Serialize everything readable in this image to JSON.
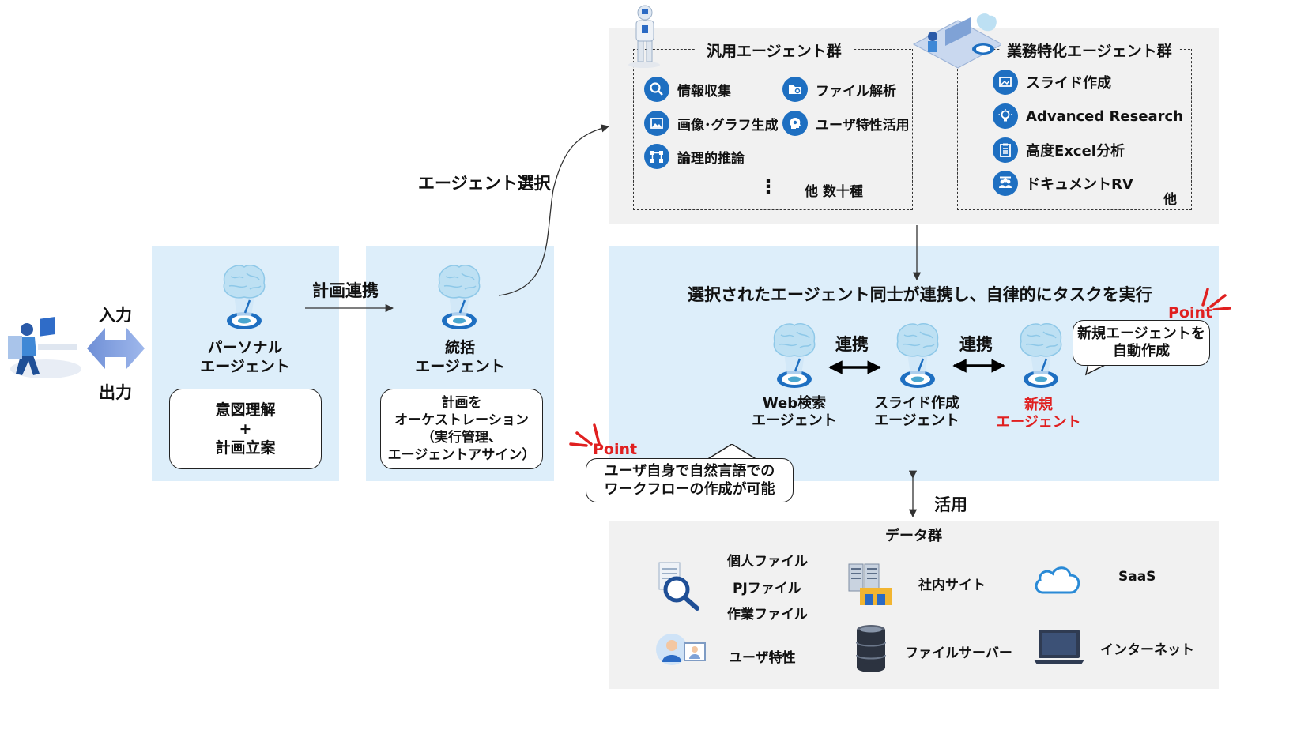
{
  "io": {
    "input": "入力",
    "output": "出力"
  },
  "personal_agent": {
    "title_lines": [
      "パーソナル",
      "エージェント"
    ],
    "box_lines": [
      "意図理解",
      "+",
      "計画立案"
    ]
  },
  "plan_link": "計画連携",
  "integrated_agent": {
    "title_lines": [
      "統括",
      "エージェント"
    ],
    "box_lines": [
      "計画を",
      "オーケストレーション",
      "（実行管理、",
      "エージェントアサイン）"
    ]
  },
  "agent_select": "エージェント選択",
  "general_agents": {
    "title": "汎用エージェント群",
    "items": [
      {
        "label": "情報収集",
        "icon": "search-icon"
      },
      {
        "label": "画像･グラフ生成",
        "icon": "image-icon"
      },
      {
        "label": "論理的推論",
        "icon": "flow-icon"
      },
      {
        "label": "ファイル解析",
        "icon": "folder-icon"
      },
      {
        "label": "ユーザ特性活用",
        "icon": "head-gear-icon"
      }
    ],
    "dots": "⋮",
    "others": "他 数十種"
  },
  "specialized_agents": {
    "title": "業務特化エージェント群",
    "items": [
      {
        "label": "スライド作成",
        "icon": "slide-icon"
      },
      {
        "label": "Advanced Research",
        "icon": "bulb-icon"
      },
      {
        "label": "高度Excel分析",
        "icon": "clipboard-icon"
      },
      {
        "label": "ドキュメントRV",
        "icon": "people-icon"
      }
    ],
    "others": "他"
  },
  "collab": {
    "title": "選択されたエージェント同士が連携し、自律的にタスクを実行",
    "link_label": "連携",
    "agents": [
      {
        "lines": [
          "Web検索",
          "エージェント"
        ],
        "color": "#111111"
      },
      {
        "lines": [
          "スライド作成",
          "エージェント"
        ],
        "color": "#111111"
      },
      {
        "lines": [
          "新規",
          "エージェント"
        ],
        "color": "#e02020"
      }
    ],
    "point_label": "Point",
    "new_agent_bubble": [
      "新規エージェントを",
      "自動作成"
    ]
  },
  "workflow_point": {
    "label": "Point",
    "lines": [
      "ユーザ自身で自然言語での",
      "ワークフローの作成が可能"
    ]
  },
  "utilize": "活用",
  "data_group": {
    "title": "データ群",
    "files": [
      "個人ファイル",
      "PJファイル",
      "作業ファイル"
    ],
    "user_traits": "ユーザ特性",
    "intranet": "社内サイト",
    "file_server": "ファイルサーバー",
    "saas": "SaaS",
    "internet": "インターネット"
  },
  "colors": {
    "accent_blue": "#1e6fc1",
    "light_panel": "#ddeefa",
    "gray_panel": "#f1f1f1",
    "point_red": "#e02020"
  }
}
